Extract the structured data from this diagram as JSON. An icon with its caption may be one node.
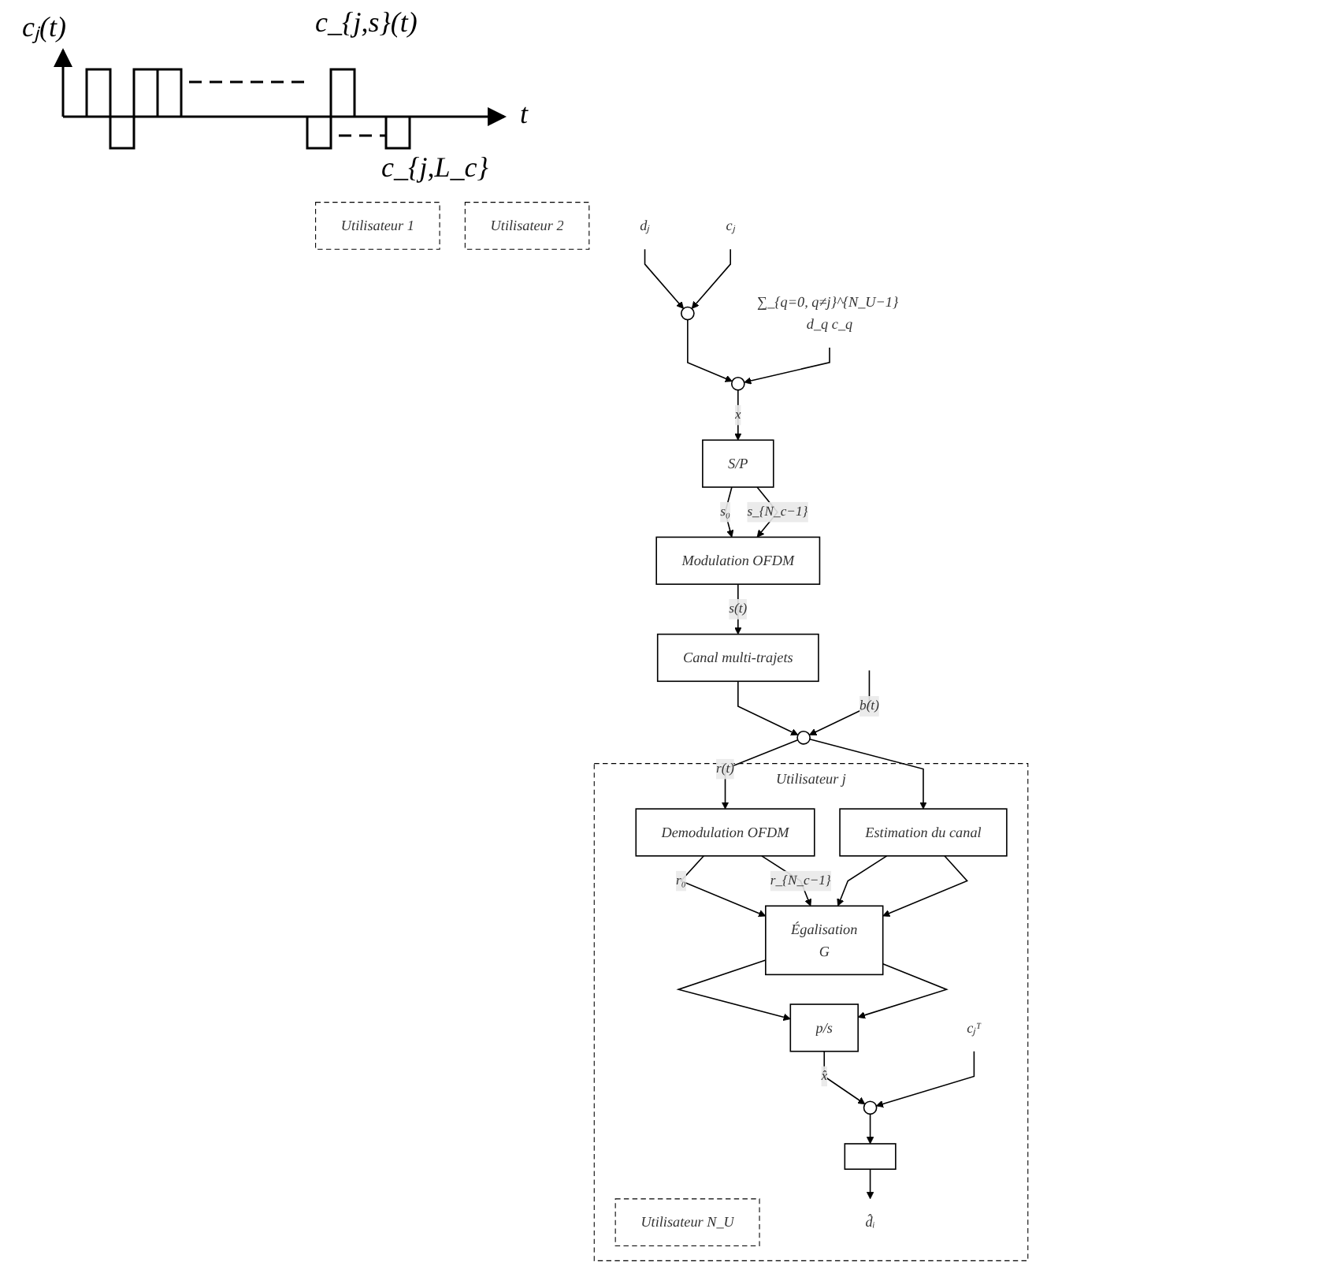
{
  "diagram": {
    "nodes": [
      {
        "text": [
          "Utilisateur 1"
        ]
      },
      {
        "text": [
          "Utilisateur 2"
        ]
      },
      {
        "text": [
          "Utilisateur j"
        ]
      },
      {
        "text": [
          "Utilisateur N_U"
        ],
        "in": 2
      },
      {
        "text": [],
        "shape": "box",
        "in": 2
      },
      {
        "text": [],
        "shape": "circle",
        "in": 2
      },
      {
        "text": [
          "p/s"
        ],
        "in": 2
      },
      {
        "text": [
          "Égalisation",
          "G"
        ],
        "in": 2
      },
      {
        "text": [
          "Estimation du canal"
        ],
        "in": 2
      },
      {
        "text": [
          "Demodulation OFDM"
        ],
        "in": 2
      },
      {
        "text": [],
        "shape": "circle"
      },
      {
        "text": [],
        "shape": "circle"
      },
      {
        "text": [
          "S/P"
        ]
      },
      {
        "text": [
          "Modulation OFDM"
        ]
      },
      {
        "text": [
          "Canal multi-trajets"
        ]
      },
      {
        "text": [],
        "shape": "circle"
      },
      {
        "text": [
          "dⱼ"
        ]
      },
      {
        "text": [
          "cⱼ"
        ]
      },
      {
        "text": [
          "∑_{q=0, q≠j}^{N_U−1} d_q c_q"
        ]
      },
      {
        "text": [
          "cⱼᵀ"
        ],
        "in": 2
      },
      {
        "text": [
          "d̂ᵢ"
        ],
        "in": 2
      }
    ],
    "edges": [
      {
        "from": 16,
        "to": 10,
        "arrow": "to"
      },
      {
        "from": 17,
        "to": 10,
        "arrow": "to"
      },
      {
        "from": 10,
        "to": 11,
        "arrow": "to"
      },
      {
        "from": 18,
        "to": 11,
        "arrow": "to"
      },
      {
        "from": 11,
        "to": 12,
        "arrow": "to",
        "label": "x"
      },
      {
        "from": 12,
        "to": 13,
        "arrow": "to",
        "label": "s₀"
      },
      {
        "from": 12,
        "to": 13,
        "arrow": "to",
        "label": "s_{N_c−1}"
      },
      {
        "from": 13,
        "to": 14,
        "arrow": "to",
        "label": "s(t)"
      },
      {
        "from": 14,
        "to": 15,
        "arrow": "to"
      },
      {
        "from": null,
        "to": 15,
        "arrow": "to",
        "label": "b(t)"
      },
      {
        "from": 15,
        "to": 9,
        "arrow": "to",
        "label": "r(t)"
      },
      {
        "from": 15,
        "to": 8,
        "arrow": "to"
      },
      {
        "from": 9,
        "to": 7,
        "arrow": "to",
        "label": "r₀"
      },
      {
        "from": 9,
        "to": 7,
        "arrow": "to",
        "label": "r_{N_c−1}"
      },
      {
        "from": 8,
        "to": 7,
        "arrow": "to"
      },
      {
        "from": 8,
        "to": 7,
        "arrow": "to"
      },
      {
        "from": 7,
        "to": 6,
        "arrow": "to"
      },
      {
        "from": 7,
        "to": 6,
        "arrow": "to"
      },
      {
        "from": 6,
        "to": 5,
        "arrow": "to",
        "label": "x̂"
      },
      {
        "from": 19,
        "to": 5,
        "arrow": "to"
      },
      {
        "from": 5,
        "to": 4,
        "arrow": "to"
      },
      {
        "from": 4,
        "to": 20,
        "arrow": "to"
      }
    ],
    "labels": [
      "cⱼ(t)",
      "c_{j,s}(t)",
      "t",
      "c_{j,L_c}"
    ]
  }
}
